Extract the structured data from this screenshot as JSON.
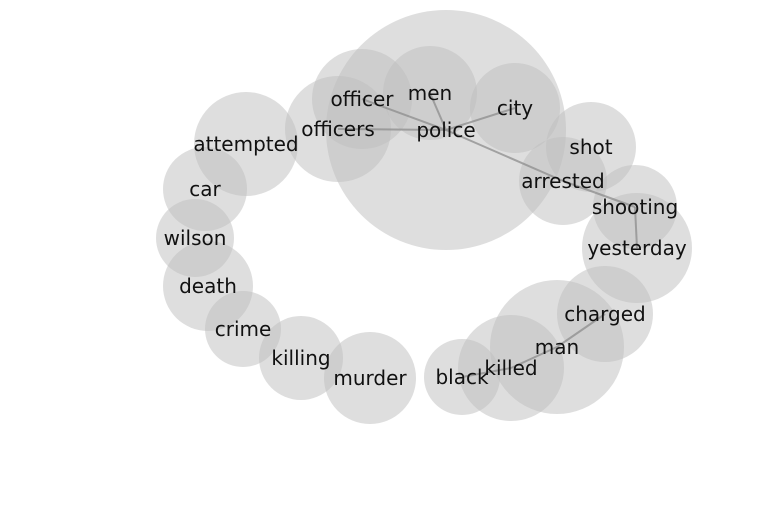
{
  "diagram": {
    "nodes": [
      {
        "id": "police",
        "label": "police"
      },
      {
        "id": "men",
        "label": "men"
      },
      {
        "id": "officer",
        "label": "officer"
      },
      {
        "id": "officers",
        "label": "officers"
      },
      {
        "id": "city",
        "label": "city"
      },
      {
        "id": "shot",
        "label": "shot"
      },
      {
        "id": "arrested",
        "label": "arrested"
      },
      {
        "id": "shooting",
        "label": "shooting"
      },
      {
        "id": "yesterday",
        "label": "yesterday"
      },
      {
        "id": "charged",
        "label": "charged"
      },
      {
        "id": "man",
        "label": "man"
      },
      {
        "id": "killed",
        "label": "killed"
      },
      {
        "id": "black",
        "label": "black"
      },
      {
        "id": "murder",
        "label": "murder"
      },
      {
        "id": "killing",
        "label": "killing"
      },
      {
        "id": "crime",
        "label": "crime"
      },
      {
        "id": "death",
        "label": "death"
      },
      {
        "id": "wilson",
        "label": "wilson"
      },
      {
        "id": "car",
        "label": "car"
      },
      {
        "id": "attempted",
        "label": "attempted"
      }
    ],
    "edges": [
      [
        "police",
        "men"
      ],
      [
        "police",
        "officer"
      ],
      [
        "police",
        "officers"
      ],
      [
        "police",
        "city"
      ],
      [
        "police",
        "arrested"
      ],
      [
        "arrested",
        "shooting"
      ],
      [
        "shooting",
        "yesterday"
      ],
      [
        "charged",
        "man"
      ],
      [
        "man",
        "killed"
      ],
      [
        "killed",
        "black"
      ]
    ],
    "colors": {
      "bubble": "#bdbdbd",
      "bubble_opacity": 0.5,
      "edge": "#8c8c8c",
      "text": "#111111"
    }
  }
}
